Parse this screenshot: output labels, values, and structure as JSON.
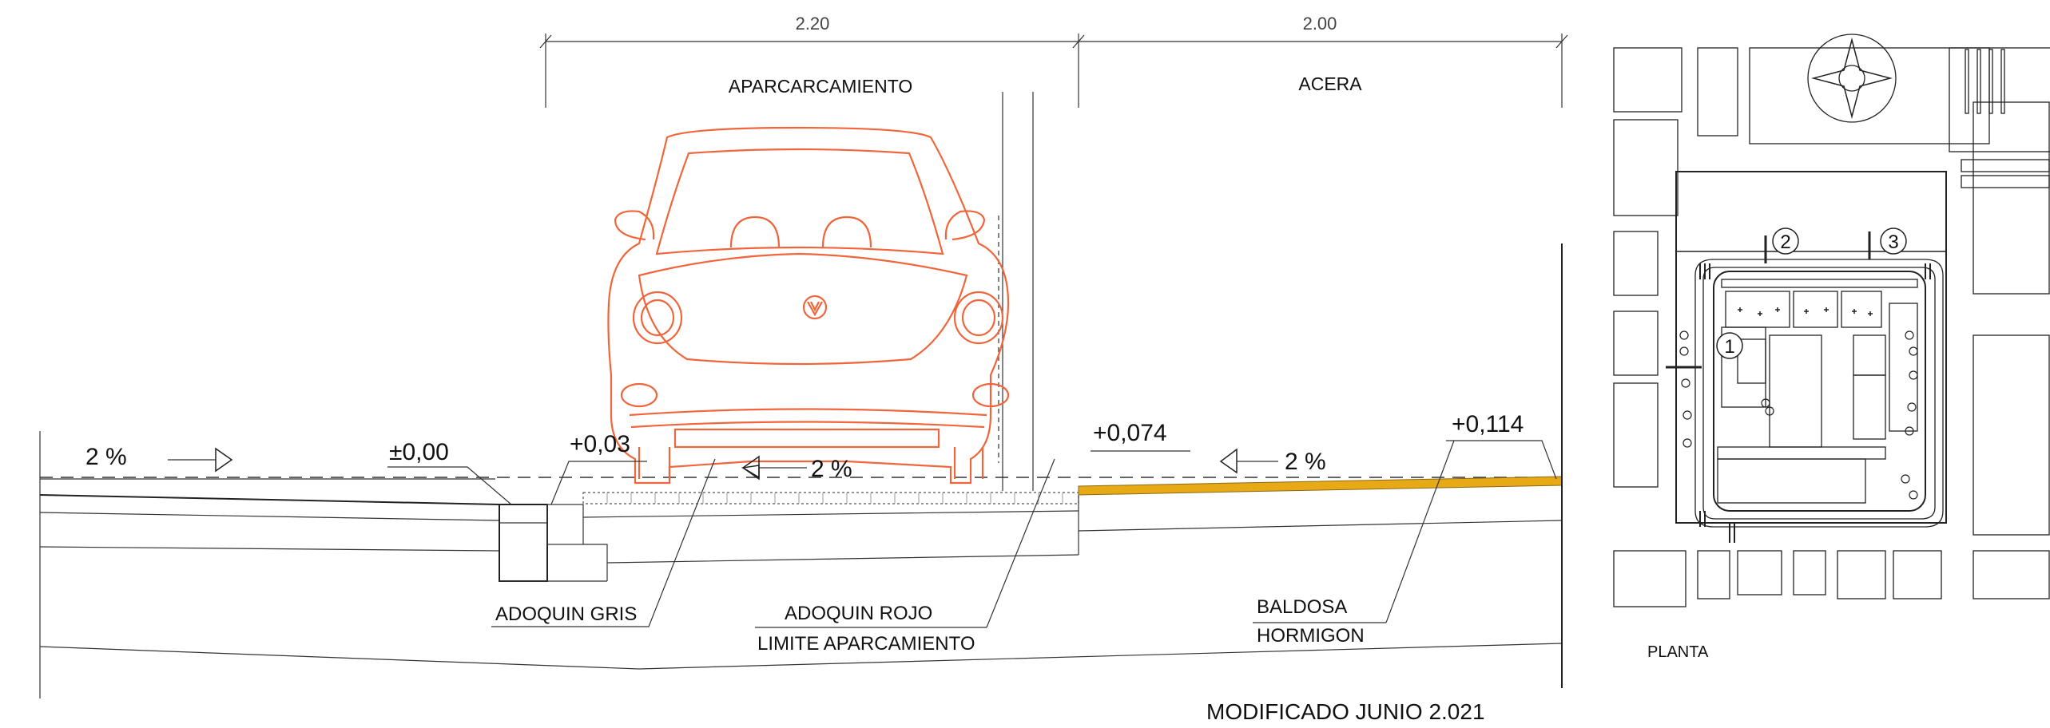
{
  "section": {
    "dimensions": {
      "parking_width": "2.20",
      "sidewalk_width": "2.00"
    },
    "zones": {
      "parking": "APARCARCAMIENTO",
      "sidewalk": "ACERA"
    },
    "levels": {
      "road": "±0,00",
      "curb": "+0,03",
      "sidewalk_start": "+0,074",
      "sidewalk_end": "+0,114"
    },
    "slopes": {
      "road": "2 %",
      "parking": "2 %",
      "sidewalk": "2 %"
    },
    "callouts": {
      "grey_paver": "ADOQUIN GRIS",
      "red_paver": "ADOQUIN ROJO",
      "parking_limit": "LIMITE APARCAMIENTO",
      "tile": "BALDOSA",
      "concrete": "HORMIGON"
    },
    "colors": {
      "car_outline": "#f0663c",
      "sidewalk_tile": "#e8a917"
    }
  },
  "plan": {
    "title": "PLANTA",
    "markers": [
      "1",
      "2",
      "3"
    ]
  },
  "footer": {
    "note": "MODIFICADO JUNIO 2.021"
  }
}
